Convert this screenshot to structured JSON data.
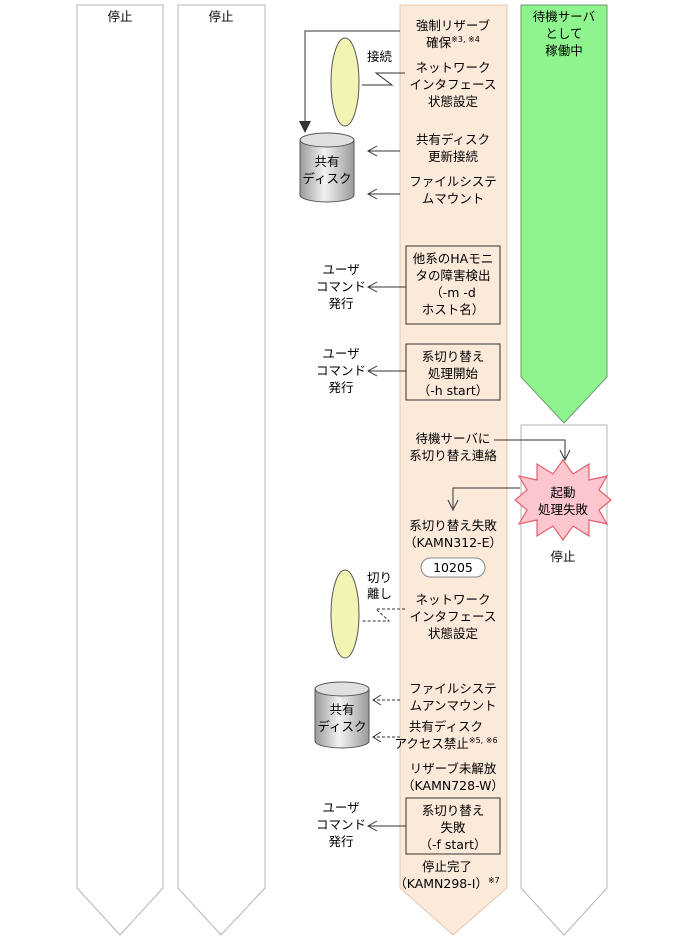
{
  "lanes": {
    "lane1_status": "停止",
    "lane2_status": "停止",
    "standby_status_lines": [
      "待機サーバ",
      "として",
      "稼働中"
    ],
    "stopped_label": "停止"
  },
  "steps": {
    "force_reserve": {
      "lines": [
        "強制リザーブ",
        "確保"
      ],
      "note": "※3, ※4"
    },
    "network_if_1": {
      "lines": [
        "ネットワーク",
        "インタフェース",
        "状態設定"
      ]
    },
    "shared_disk_update": {
      "lines": [
        "共有ディスク",
        "更新接続"
      ]
    },
    "fs_mount": {
      "lines": [
        "ファイルシステ",
        "ムマウント"
      ]
    },
    "ha_monitor_detect": {
      "lines": [
        "他系のHAモニ",
        "タの障害検出",
        "（-m -d",
        "ホスト名）"
      ]
    },
    "switch_start": {
      "lines": [
        "系切り替え",
        "処理開始",
        "（-h start）"
      ]
    },
    "notify_standby": {
      "lines": [
        "待機サーバに",
        "系切り替え連絡"
      ]
    },
    "startup_fail": {
      "lines": [
        "起動",
        "処理失敗"
      ]
    },
    "switch_fail": {
      "lines": [
        "系切り替え失敗",
        "（KAMN312-E）"
      ],
      "code": "10205"
    },
    "network_if_2": {
      "lines": [
        "ネットワーク",
        "インタフェース",
        "状態設定"
      ]
    },
    "fs_unmount": {
      "lines": [
        "ファイルシステ",
        "ムアンマウント"
      ]
    },
    "shared_disk_forbid": {
      "lines": [
        "共有ディスク",
        "アクセス禁止"
      ],
      "note": "※5, ※6"
    },
    "reserve_unreleased": {
      "lines": [
        "リザーブ未解放",
        "（KAMN728-W）"
      ]
    },
    "switch_fail_cmd": {
      "lines": [
        "系切り替え",
        "失敗",
        "（-f start）"
      ]
    },
    "stop_complete": {
      "lines": [
        "停止完了",
        "（KAMN298-I）"
      ],
      "note": "※7"
    }
  },
  "labels": {
    "connect": "接続",
    "disconnect_lines": [
      "切り",
      "離し"
    ],
    "shared_disk_lines": [
      "共有",
      "ディスク"
    ],
    "user_command_lines": [
      "ユーザ",
      "コマンド",
      "発行"
    ]
  },
  "colors": {
    "active_lane_fill": "#fbe9da",
    "active_lane_stroke": "#e3c7ae",
    "standby_fill": "#8ef58e",
    "lane_stroke": "#b5b5b5",
    "burst_fill": "#fbc6ce",
    "burst_stroke": "#e2606e",
    "ellipse_fill": "#f3f4b4"
  }
}
